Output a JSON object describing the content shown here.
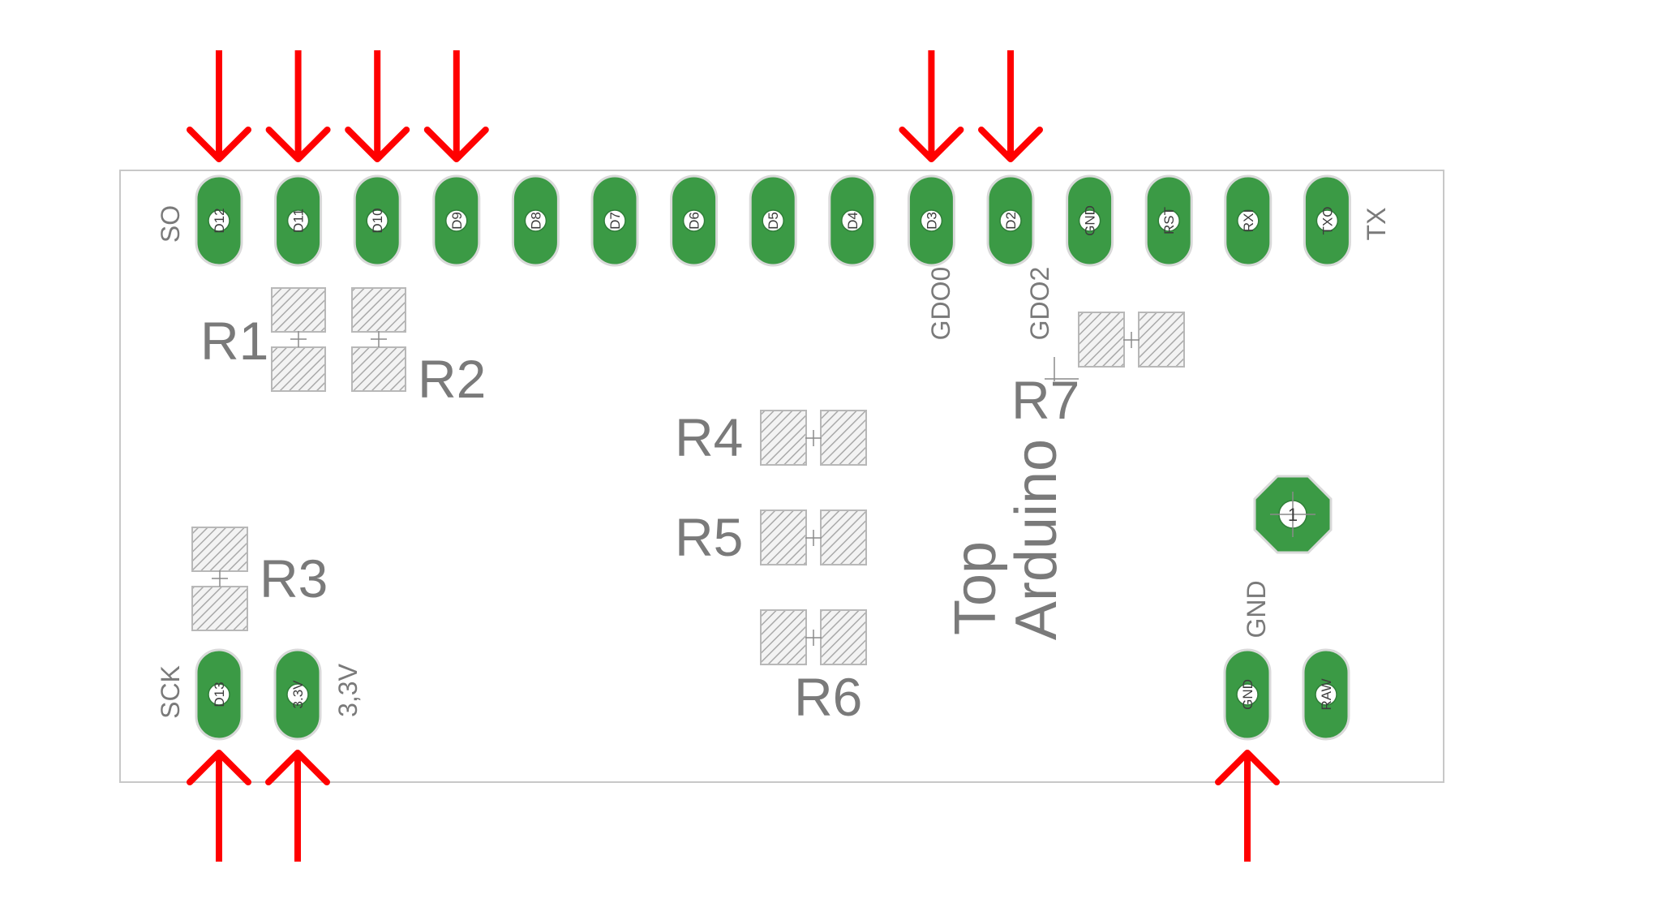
{
  "board": {
    "top_pins": [
      "D12",
      "D11",
      "D10",
      "D9",
      "D8",
      "D7",
      "D6",
      "D5",
      "D4",
      "D3",
      "D2",
      "GND",
      "RST",
      "RXI",
      "TXO"
    ],
    "bottom_pins_left": [
      "D13",
      "3.3V"
    ],
    "bottom_pins_right": [
      "GND",
      "RAW"
    ],
    "silk_labels": {
      "so": "SO",
      "tx": "TX",
      "gdo0": "GDO0",
      "gdo2": "GDO2",
      "sck": "SCK",
      "v33": "3,3V",
      "gnd": "GND",
      "top": "Top",
      "arduino": "Arduino"
    },
    "resistors": [
      "R1",
      "R2",
      "R3",
      "R4",
      "R5",
      "R6",
      "R7"
    ],
    "fiducial_label": "1",
    "colors": {
      "pad_green": "#3b9a45",
      "arrow_red": "#ff0000",
      "silkscreen_gray": "#7a7a7a",
      "board_outline": "#c8c8c8"
    }
  }
}
